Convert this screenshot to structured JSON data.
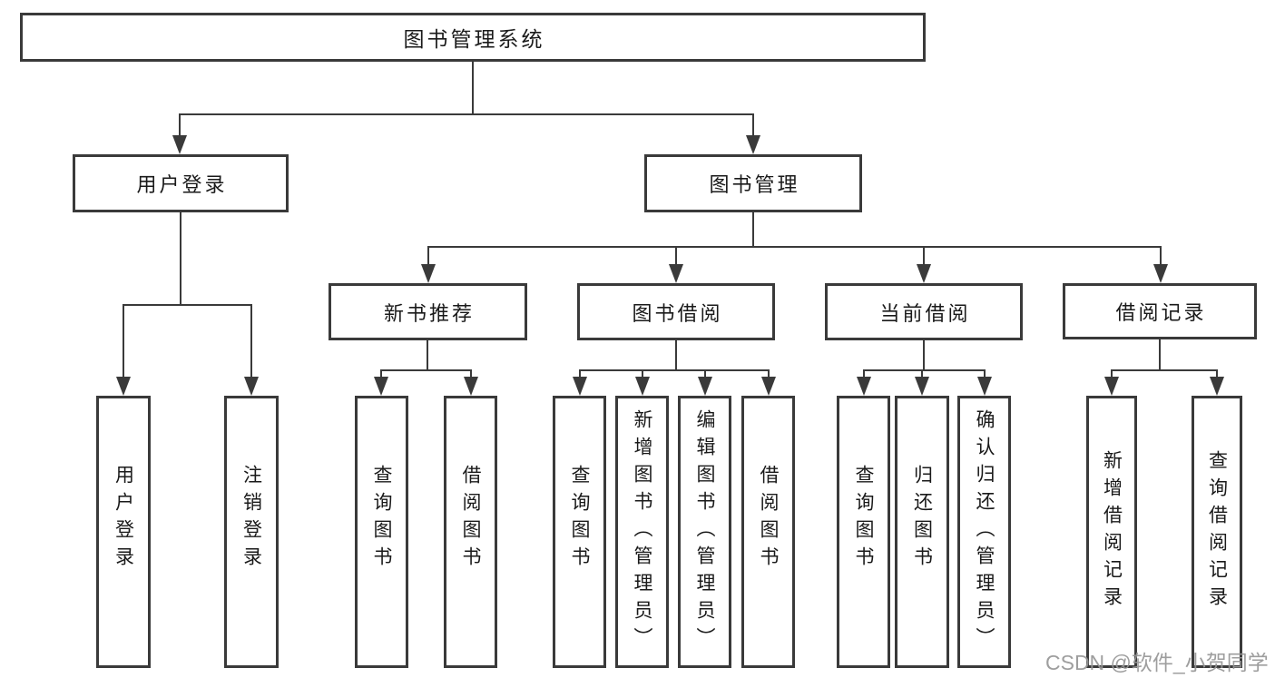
{
  "diagram": {
    "title": "图书管理系统",
    "colors": {
      "line": "#3a3a3a",
      "box_border": "#3a3a3a",
      "label_text": "#1a1a1a",
      "background": "#ffffff",
      "watermark_text_color": "#969696"
    },
    "tree": {
      "root": {
        "label": "图书管理系统"
      },
      "branches": [
        {
          "label": "用户登录",
          "children": [
            {
              "label": "用户登录"
            },
            {
              "label": "注销登录"
            }
          ]
        },
        {
          "label": "图书管理",
          "children": [
            {
              "label": "新书推荐",
              "children": [
                {
                  "label": "查询图书"
                },
                {
                  "label": "借阅图书"
                }
              ]
            },
            {
              "label": "图书借阅",
              "children": [
                {
                  "label": "查询图书"
                },
                {
                  "label": "新增图书（管理员）"
                },
                {
                  "label": "编辑图书（管理员）"
                },
                {
                  "label": "借阅图书"
                }
              ]
            },
            {
              "label": "当前借阅",
              "children": [
                {
                  "label": "查询图书"
                },
                {
                  "label": "归还图书"
                },
                {
                  "label": "确认归还（管理员）"
                }
              ]
            },
            {
              "label": "借阅记录",
              "children": [
                {
                  "label": "新增借阅记录"
                },
                {
                  "label": "查询借阅记录"
                }
              ]
            }
          ]
        }
      ]
    },
    "watermark": "CSDN @软件_小贺同学"
  }
}
